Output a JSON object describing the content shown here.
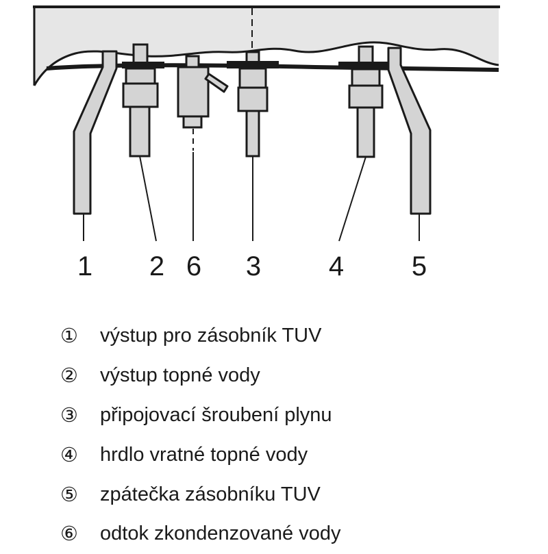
{
  "labels": {
    "l1": "1",
    "l2": "2",
    "l6": "6",
    "l3": "3",
    "l4": "4",
    "l5": "5"
  },
  "legend": [
    {
      "marker": "①",
      "text": "výstup pro zásobník TUV"
    },
    {
      "marker": "②",
      "text": "výstup topné vody"
    },
    {
      "marker": "③",
      "text": "připojovací šroubení plynu"
    },
    {
      "marker": "④",
      "text": "hrdlo vratné topné vody"
    },
    {
      "marker": "⑤",
      "text": "zpátečka zásobníku TUV"
    },
    {
      "marker": "⑥",
      "text": "odtok zkondenzované vody"
    }
  ]
}
